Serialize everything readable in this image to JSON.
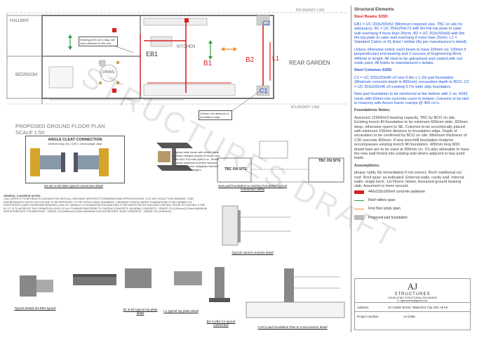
{
  "plan": {
    "boundary_top": "BOUNDARY LINE",
    "boundary_bottom": "BOUNDARY LINE",
    "hallway": "HALLWAY",
    "bedroom": "BEDROOM",
    "kitchen": "KITCHEN",
    "dining": "DINING",
    "rear_garden": "REAR GARDEN",
    "eb1": "EB1",
    "b1": "B1",
    "b2": "B2",
    "c1": "C1",
    "c2": "C2",
    "l1": "L1",
    "pier_note": "Existing piers ok to stay, see calcs attached in the end",
    "dist_note": "100mm min distance to foundation edge",
    "title": "PROPOSED GROUND FLOOR PLAN",
    "scale": "SCALE 1:50",
    "watermark": "STRUCTURES DRAFT"
  },
  "details": {
    "angle_title": "ANGLE CLEAT CONNECTION",
    "angle_sub": "150mm long 100 x 100 x 10mm angle cleat",
    "cap1": "B1-B2 or B1-EB1 typical connection detail",
    "cap2": "Typical steel beam with timber joists between flanges packed to beam web with M12 8.8 bolts @600 c/c. Timber packs attached to timber twinned using 2nr screw, straighten twinned hangers.",
    "new_pad_cap": "New pad foundation to existing foundation typical connection detail",
    "tbc1": "TBC ON SITE",
    "tbc2": "TBC ON SITE",
    "restraint_cap": "Typical column restraint detail",
    "cap_b1_b2_top": "B1 & B2 typical top plate detail",
    "cap_l1_top": "L1 typical top plate detail",
    "cap_c1_c2_base": "B2-C1/B2-C2 typical connection",
    "cap_cleat": "Typical details B1-EB1 typical",
    "pad_cap": "C1/C2 pad foundation Plan & Cross-section detail",
    "general_title": "GENERAL CONCRETE NOTES:",
    "general_notes": "1 ALL WORK IS TO BE READ IN CONJUNCTION WITH ALL RELEVANT ARCHITECTS DRAWINGS AND SPECIFICATIONS. 2 DO NOT SCALE THIS DRAWING. 3 ANY DISCREPANCIES NOTED ON SITE ARE TO BE REPORTED TO THE STRUCTURAL ENGINEER. 4 BEARING STRATA UNDER FOUNDATIONS TO BE CAPABLE OF SUPPORTING A SAFE INCREASED BEARING LOAD OF 100kN/m2. 5 FOUNDATION EXCAVATIONS TO BE INSPECTED BY BUILDING CONTROL PRIOR TO CASTING. 6 THE B.C.O. IS TO APPROVE THE FORMATION LEVEL OF ALL FOUNDATIONS PRIOR TO CASTING CONCRETE. BLINDING CONCRETE - GRADE C10 (10N/mm2) 20mm MAXIMUM SIZE AGGREGATE. FOUNDATIONS - GRADE C25 (25N/mm2) 20mm MAXIMUM SIZE AGGREGATE. MASS CONCRETE - GRADE C20 (20N/mm2)."
  },
  "notes": {
    "title": "Structural Elements",
    "beams_head": "Steel Beams S355:",
    "beams_body": "EB1 = UC 203x203x52 (Minimum required size. TBC on site for adequacy). B1 = UC 254x254x73 with 8m thk top plate to cater wall overhang if more than 25mm. B2 = UC 203x203x60 with 8m thk top plate to cater wall overhang if more than 25mm. L1 = Standard Catnic or IG lintel / similar (As per manufacturer's detail).",
    "beams_body2": "Unless otherwise noted, each beam to have 200mm (or 100mm if perpendicular) end bearing and 2 courses of Engineering Brick 440mm in length. All steel to be galvanised and coated with red oxide paint. All lintels to manufacturer's details.",
    "columns_head": "Steel Columns S355:",
    "columns_body": "C1 = UC 203x203x46 c/f new 0.8m x 1.2m pad foundation (Minimum concrete depth is 400mm), excavation depth to BCO. C2 = UC 203x203x46 c/f existing 0.7m wide strip foundation.",
    "columns_body2": "New pad foundation to be reinforced at the bottom with 2 no. A393 mesh with 50mm min concrete cover to bottom. Columns to be tied to masonry with Ancon frame cramps @ 450 c/c's.",
    "found_head": "Foundations Notes:",
    "found_body": "Assumed 125kN/m2 bearing capacity. TBC by BCO on site. Existing trench fill foundation to be minimum 600mm wide, 600mm deep, otherwise report to SE. Columns to be eccentrically placed with minimum 100mm distance to foundation edge. Depth of excavation to be confirmed by BCO on site. Minimum thickness of C30 concrete 400mm. If new trenchfill foundation footprint encompasses existing trench fill foundation, 400mm long M20 dowel bars are to be used at 300mm c/c. It's also advisable to have the new wall footed into existing wall where adjacent to bay point loads.",
    "assump_head": "Assumptions:",
    "assump_body": "please notify SE immediately if not correct. Roof: traditional cut roof. Roof span: as indicated. External walls: cavity wall. Internal walls: single brick. 1st Floors: timber. Assumed ground bearing slab. Assumed no trees around."
  },
  "legend": [
    {
      "label": "440x215x100mm concrete padstone",
      "color": "#d62020"
    },
    {
      "label": "Roof rafters span",
      "color": "#2e9e3e"
    },
    {
      "label": "First floor joists span",
      "color": "#f08a24"
    },
    {
      "label": "Proposed pad foundation",
      "color": "#bbbbbb"
    }
  ],
  "titleblock": {
    "logo": "AJ",
    "company": "STRUCTURES",
    "tagline": "CONSULTING STRUCTURAL ENGINEERS",
    "email": "E: ajstructures@gmail.com",
    "address_label": "Address",
    "address_value": "42 Castle Street, Waterford City X91 AKA8",
    "project_label": "Project number",
    "project_value": "AJ-2355"
  }
}
